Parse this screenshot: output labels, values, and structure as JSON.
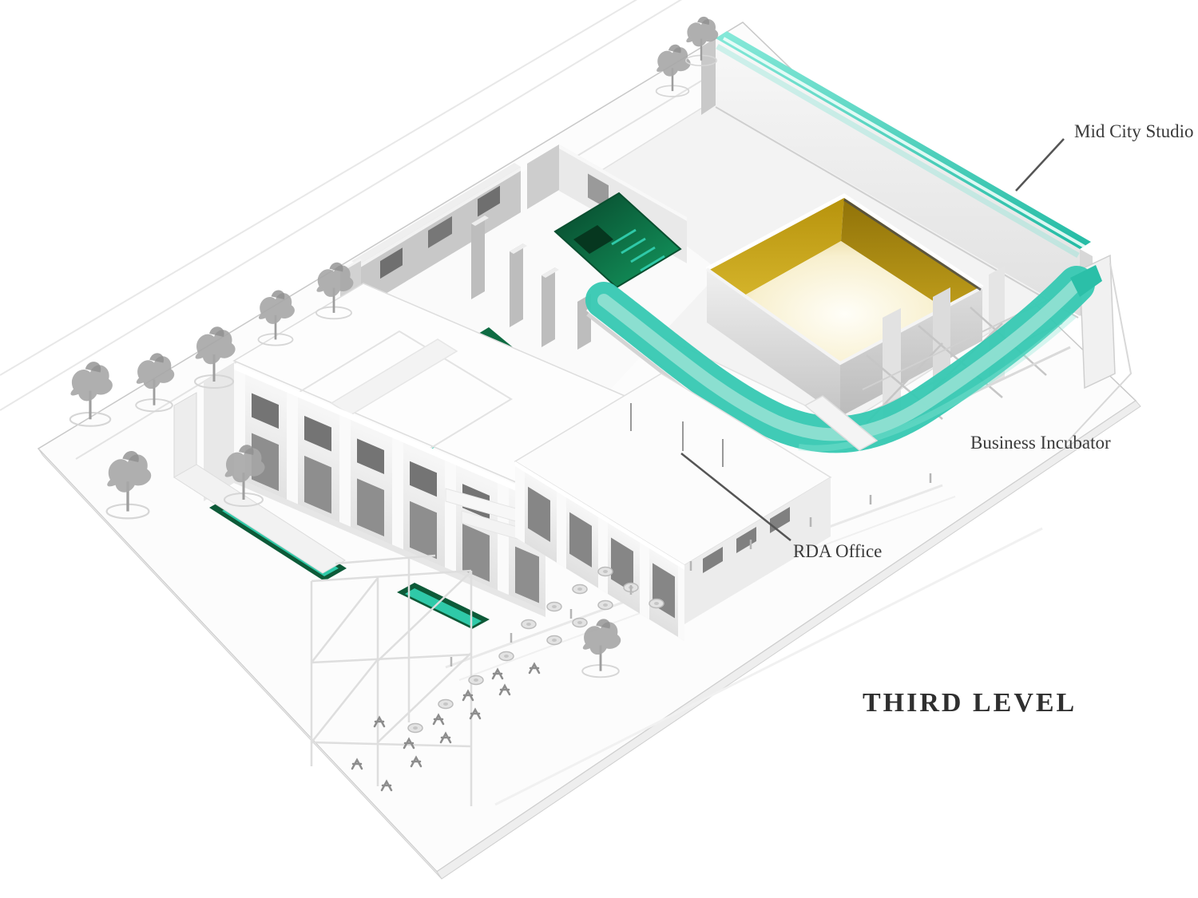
{
  "scene": {
    "type": "axonometric architectural model rendering",
    "description": "Third level cutaway massing model with highlighted circulation"
  },
  "labels": {
    "mid_city_studio": "Mid City Studio",
    "business_incubator": "Business Incubator",
    "rda_office": "RDA Office",
    "level_title": "THIRD LEVEL"
  },
  "colors": {
    "background": "#FFFFFF",
    "model_white": "#F7F7F7",
    "model_gray": "#D9D9D9",
    "outline_gray": "#C9C9C9",
    "teal": "#3FD2BC",
    "teal_light": "#C9F6EC",
    "green_dark": "#0D5A38",
    "gold": "#B8940E",
    "gold_pale": "#EFE3B4",
    "text": "#3A3A3A"
  }
}
